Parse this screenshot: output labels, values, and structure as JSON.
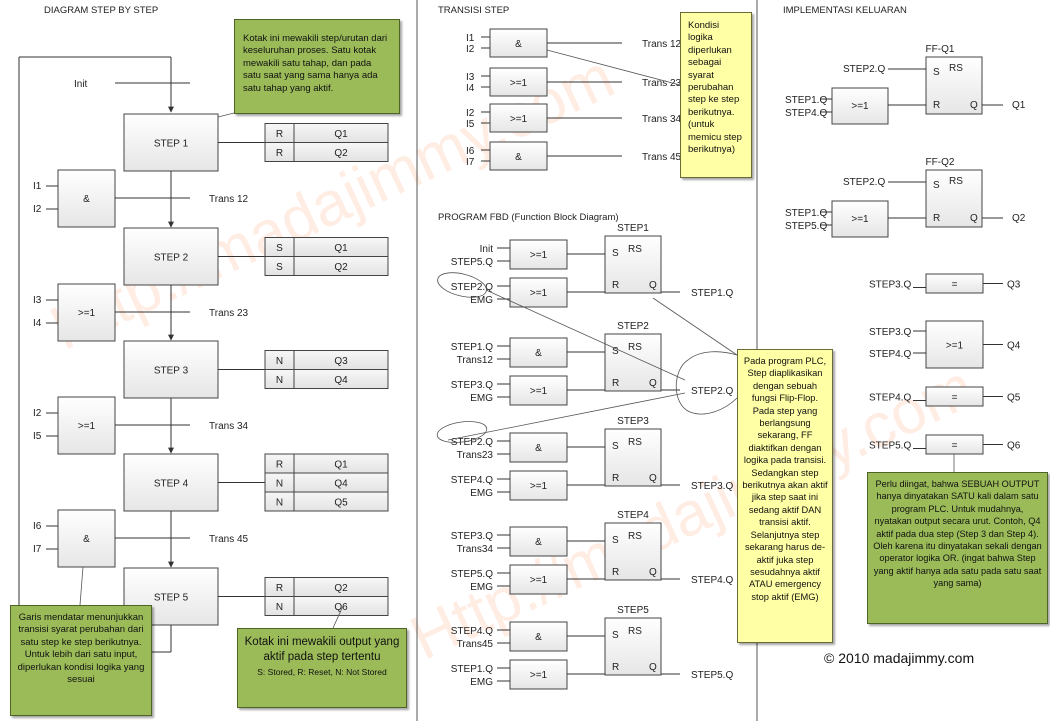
{
  "sections": {
    "step_diagram_title": "DIAGRAM STEP BY STEP",
    "transition_title": "TRANSISI STEP",
    "fbd_title": "PROGRAM FBD (Function Block Diagram)",
    "output_title": "IMPLEMENTASI KELUARAN"
  },
  "step_diagram": {
    "init_label": "Init",
    "steps": [
      {
        "label": "STEP 1",
        "actions": [
          {
            "q": "R",
            "out": "Q1"
          },
          {
            "q": "R",
            "out": "Q2"
          }
        ]
      },
      {
        "label": "STEP 2",
        "actions": [
          {
            "q": "S",
            "out": "Q1"
          },
          {
            "q": "S",
            "out": "Q2"
          }
        ]
      },
      {
        "label": "STEP 3",
        "actions": [
          {
            "q": "N",
            "out": "Q3"
          },
          {
            "q": "N",
            "out": "Q4"
          }
        ]
      },
      {
        "label": "STEP 4",
        "actions": [
          {
            "q": "R",
            "out": "Q1"
          },
          {
            "q": "N",
            "out": "Q4"
          },
          {
            "q": "N",
            "out": "Q5"
          }
        ]
      },
      {
        "label": "STEP 5",
        "actions": [
          {
            "q": "R",
            "out": "Q2"
          },
          {
            "q": "N",
            "out": "Q6"
          }
        ]
      }
    ],
    "transitions": [
      {
        "gate": "&",
        "in1": "I1",
        "in2": "I2",
        "label": "Trans 12"
      },
      {
        "gate": ">=1",
        "in1": "I3",
        "in2": "I4",
        "label": "Trans 23"
      },
      {
        "gate": ">=1",
        "in1": "I2",
        "in2": "I5",
        "label": "Trans 34"
      },
      {
        "gate": "&",
        "in1": "I6",
        "in2": "I7",
        "label": "Trans 45"
      }
    ],
    "note_step": "Kotak ini mewakili step/urutan dari keseluruhan proses. Satu kotak mewakili satu tahap, dan pada satu saat yang sama hanya ada satu tahap yang aktif.",
    "note_transition": "Garis mendatar menunjukkan transisi syarat perubahan dari satu step ke step berikutnya. Untuk lebih dari satu input, diperlukan kondisi logika yang sesuai",
    "note_output_main": "Kotak ini mewakili output yang aktif pada step tertentu",
    "note_output_legend": "S: Stored, R: Reset, N: Not Stored"
  },
  "transition_step": {
    "gates": [
      {
        "gate": "&",
        "in1": "I1",
        "in2": "I2",
        "out": "Trans 12"
      },
      {
        "gate": ">=1",
        "in1": "I3",
        "in2": "I4",
        "out": "Trans 23"
      },
      {
        "gate": ">=1",
        "in1": "I2",
        "in2": "I5",
        "out": "Trans 34"
      },
      {
        "gate": "&",
        "in1": "I6",
        "in2": "I7",
        "out": "Trans 45"
      }
    ],
    "note": "Kondisi logika diperlukan sebagai syarat perubahan step ke step berikutnya. (untuk memicu step berikutnya)"
  },
  "fbd": {
    "ff_type": "RS",
    "pin_s": "S",
    "pin_r": "R",
    "pin_q": "Q",
    "blocks": [
      {
        "name": "STEP1",
        "set_gate": ">=1",
        "set_in": [
          "Init",
          "STEP5.Q"
        ],
        "reset_gate": ">=1",
        "reset_in": [
          "STEP2.Q",
          "EMG"
        ],
        "out": "STEP1.Q"
      },
      {
        "name": "STEP2",
        "set_gate": "&",
        "set_in": [
          "STEP1.Q",
          "Trans12"
        ],
        "reset_gate": ">=1",
        "reset_in": [
          "STEP3.Q",
          "EMG"
        ],
        "out": "STEP2.Q"
      },
      {
        "name": "STEP3",
        "set_gate": "&",
        "set_in": [
          "STEP2.Q",
          "Trans23"
        ],
        "reset_gate": ">=1",
        "reset_in": [
          "STEP4.Q",
          "EMG"
        ],
        "out": "STEP3.Q"
      },
      {
        "name": "STEP4",
        "set_gate": "&",
        "set_in": [
          "STEP3.Q",
          "Trans34"
        ],
        "reset_gate": ">=1",
        "reset_in": [
          "STEP5.Q",
          "EMG"
        ],
        "out": "STEP4.Q"
      },
      {
        "name": "STEP5",
        "set_gate": "&",
        "set_in": [
          "STEP4.Q",
          "Trans45"
        ],
        "reset_gate": ">=1",
        "reset_in": [
          "STEP1.Q",
          "EMG"
        ],
        "out": "STEP5.Q"
      }
    ],
    "note": "Pada program PLC, Step diaplikasikan dengan sebuah fungsi Flip-Flop. Pada step yang berlangsung sekarang, FF diaktifkan dengan logika pada transisi. Sedangkan step berikutnya akan aktif jika step saat ini sedang aktif DAN transisi aktif. Selanjutnya step sekarang harus de-aktif juka step sesudahnya aktif ATAU emergency stop aktif (EMG)"
  },
  "outputs": {
    "flipflops": [
      {
        "name": "FF-Q1",
        "set_in": "STEP2.Q",
        "reset_gate": ">=1",
        "reset_in": [
          "STEP1.Q",
          "STEP4.Q"
        ],
        "out": "Q1"
      },
      {
        "name": "FF-Q2",
        "set_in": "STEP2.Q",
        "reset_gate": ">=1",
        "reset_in": [
          "STEP1.Q",
          "STEP5.Q"
        ],
        "out": "Q2"
      }
    ],
    "assigns": [
      {
        "gate": "=",
        "in": [
          "STEP3.Q"
        ],
        "out": "Q3"
      },
      {
        "gate": ">=1",
        "in": [
          "STEP3.Q",
          "STEP4.Q"
        ],
        "out": "Q4"
      },
      {
        "gate": "=",
        "in": [
          "STEP4.Q"
        ],
        "out": "Q5"
      },
      {
        "gate": "=",
        "in": [
          "STEP5.Q"
        ],
        "out": "Q6"
      }
    ],
    "note": "Perlu diingat, bahwa SEBUAH OUTPUT hanya dinyatakan SATU kali dalam satu program PLC. Untuk mudahnya, nyatakan output secara urut. Contoh, Q4 aktif pada dua step (Step 3 dan Step 4). Oleh karena itu dinyatakan sekali dengan operator logika OR. (ingat bahwa Step yang aktif hanya ada satu pada satu saat yang sama)"
  },
  "watermark": "Http://madajimmy.com",
  "copyright": "© 2010 madajimmy.com"
}
